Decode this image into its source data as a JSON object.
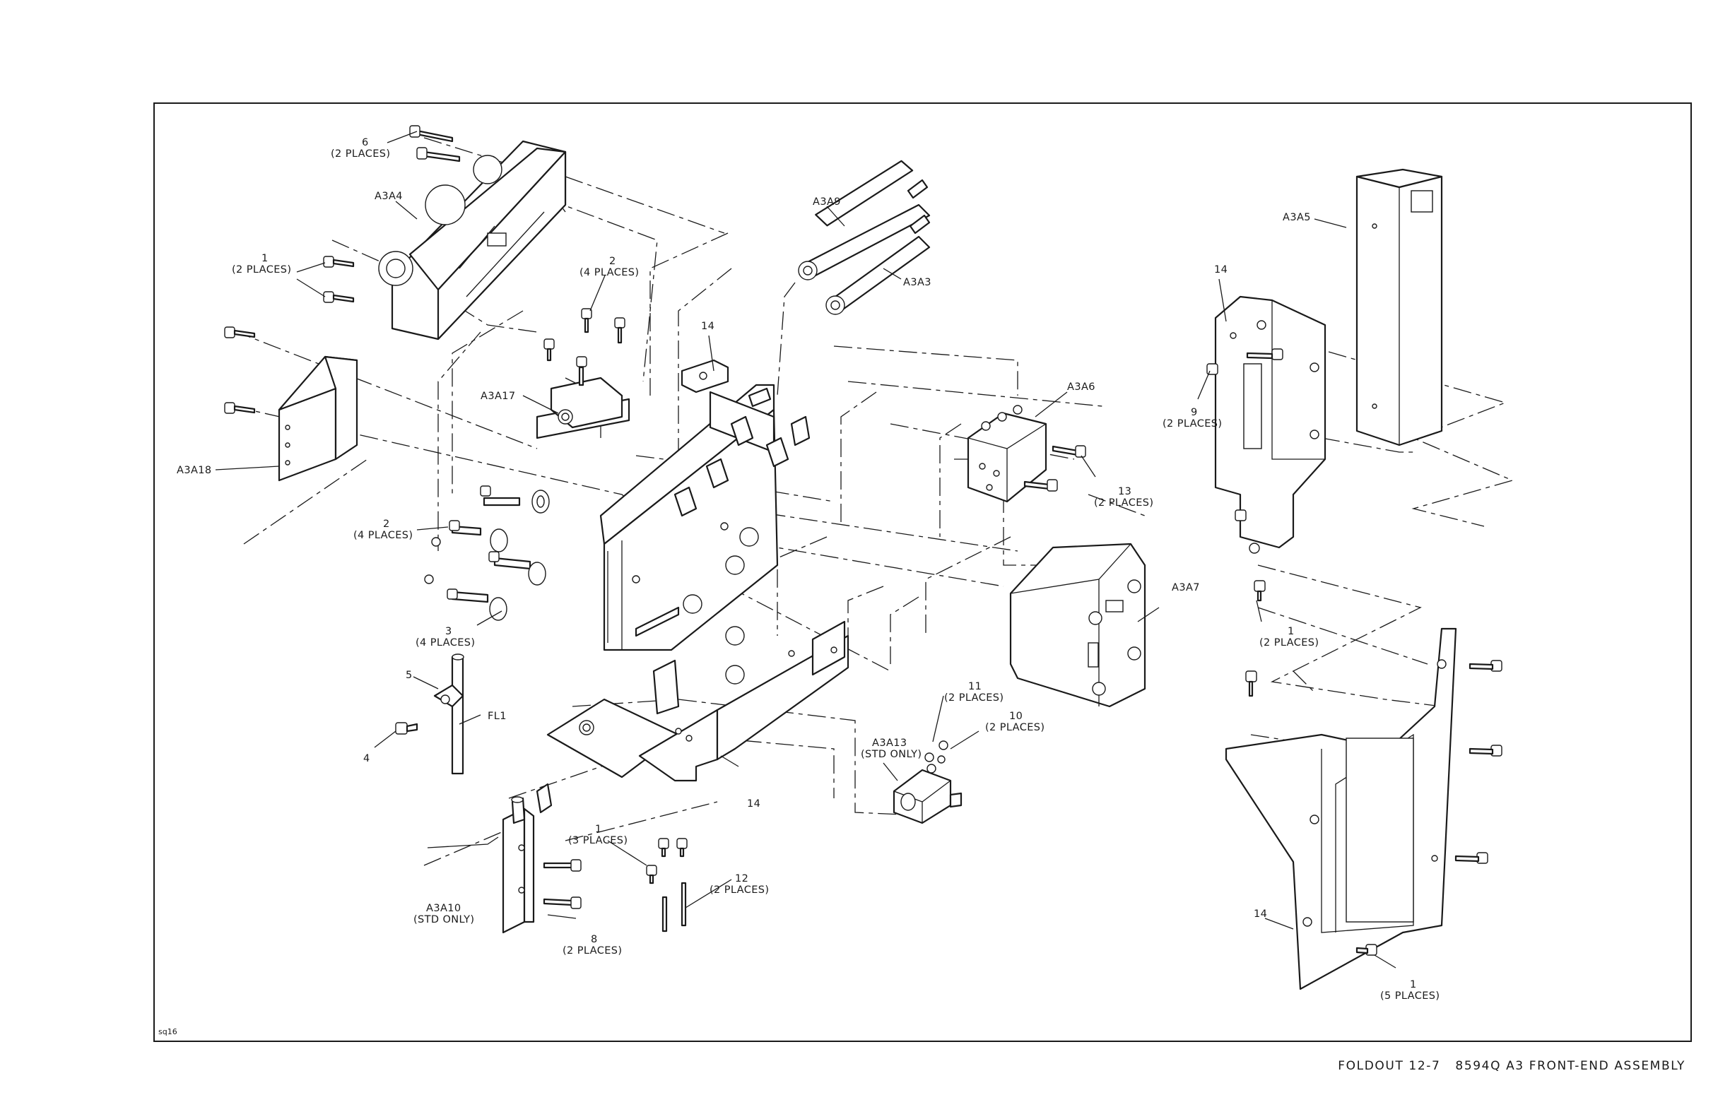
{
  "callouts": {
    "a3a4": "A3A4",
    "a3a9": "A3A9",
    "a3a3": "A3A3",
    "a3a5": "A3A5",
    "a3a17": "A3A17",
    "a3a18": "A3A18",
    "a3a6": "A3A6",
    "a3a7": "A3A7",
    "a3a13": "A3A13",
    "a3a13_note": "(STD ONLY)",
    "a3a10": "A3A10",
    "a3a10_note": "(STD ONLY)",
    "fl1": "FL1",
    "c6": "6",
    "c6_note": "(2 PLACES)",
    "c1_top": "1",
    "c1_top_note": "(2 PLACES)",
    "c2_top": "2",
    "c2_top_note": "(4 PLACES)",
    "c2_mid": "2",
    "c2_mid_note": "(4 PLACES)",
    "c3": "3",
    "c3_note": "(4 PLACES)",
    "c5": "5",
    "c4": "4",
    "c14_a": "14",
    "c14_b": "14",
    "c14_c": "14",
    "c14_d": "14",
    "c9": "9",
    "c9_note": "(2 PLACES)",
    "c13": "13",
    "c13_note": "(2 PLACES)",
    "c11": "11",
    "c11_note": "(2 PLACES)",
    "c10": "10",
    "c10_note": "(2 PLACES)",
    "c1_mid": "1",
    "c1_mid_note": "(3 PLACES)",
    "c12": "12",
    "c12_note": "(2 PLACES)",
    "c8": "8",
    "c8_note": "(2 PLACES)",
    "c1_right": "1",
    "c1_right_note": "(2 PLACES)",
    "c1_bottom": "1",
    "c1_bottom_note": "(5 PLACES)"
  },
  "sheet_code": "sq16",
  "caption": "FOLDOUT 12-7   8594Q A3 FRONT-END ASSEMBLY"
}
